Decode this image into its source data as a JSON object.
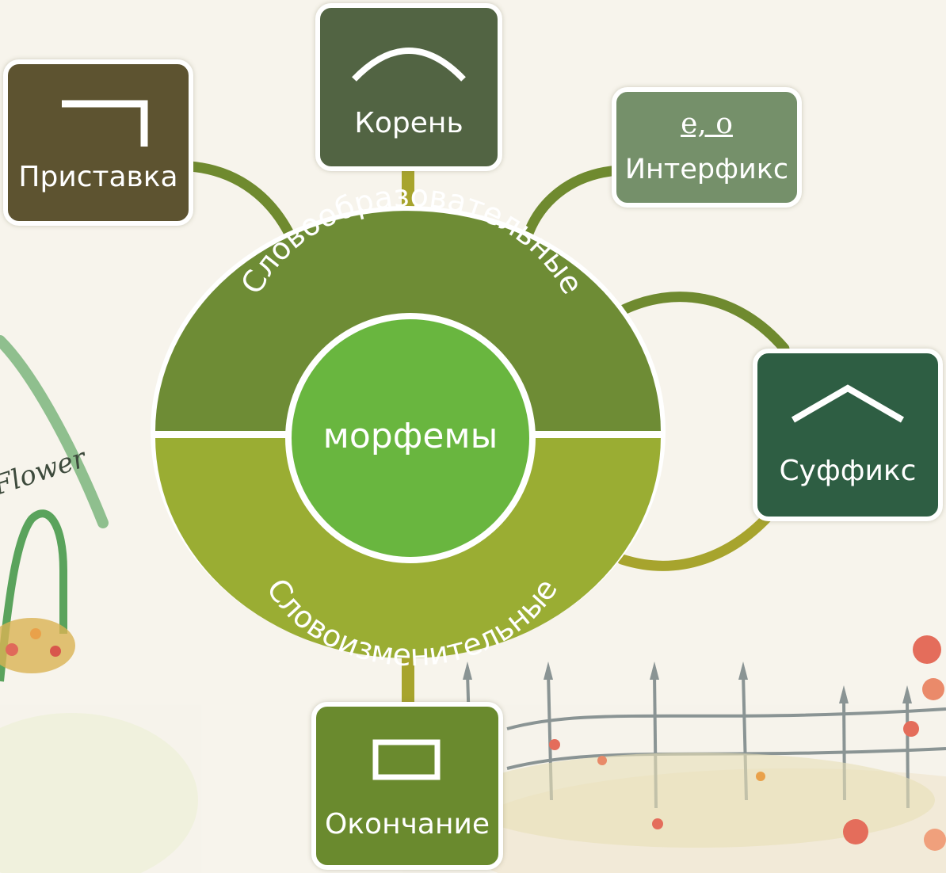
{
  "diagram": {
    "center_label": "морфемы",
    "upper_arc_label": "Словообразовательные",
    "lower_arc_label": "Словоизменительные",
    "nodes": {
      "prefix": {
        "label": "Приставка",
        "icon": "prefix-corner-icon"
      },
      "root": {
        "label": "Корень",
        "icon": "root-arc-icon"
      },
      "interfix": {
        "label": "Интерфикс",
        "symbol": "е, о",
        "icon": "interfix-vowels"
      },
      "suffix": {
        "label": "Суффикс",
        "icon": "suffix-caret-icon"
      },
      "ending": {
        "label": "Окончание",
        "icon": "ending-square-icon"
      }
    }
  },
  "decoration": {
    "signboard_text": "Flower"
  },
  "colors": {
    "upper_half": "#6e8c35",
    "lower_half": "#9aad33",
    "center_circle": "#69b63f",
    "prefix_box": "#5d5330",
    "root_box": "#526443",
    "interfix_box": "#75906a",
    "suffix_box": "#2e5e43",
    "ending_box": "#6a8a2e",
    "connector_upper": "#6f8a2f",
    "connector_lower": "#a7a42d"
  }
}
